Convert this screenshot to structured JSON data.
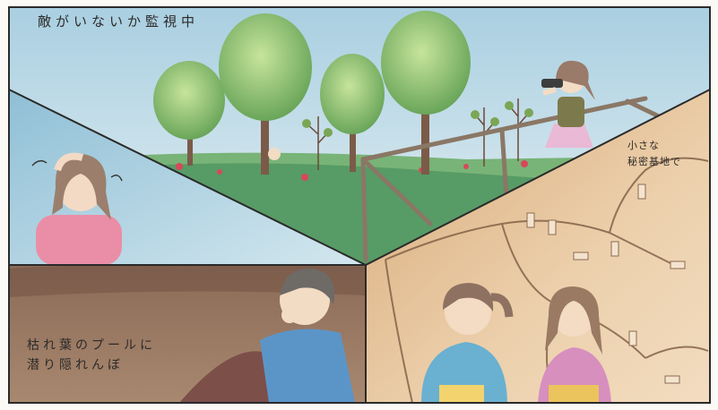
{
  "captions": {
    "top": "敵がいないか監視中",
    "right": "小さな\n秘密基地で",
    "bottom": "枯れ葉のプールに\n潜り隠れんぼ"
  },
  "colors": {
    "sky": "#bcd9e6",
    "grass": "#5fa067",
    "leaves": "#8fc06a",
    "soil": "#7b5b48",
    "cave": "#e6c39a",
    "panel_border": "#2a2a2a"
  }
}
